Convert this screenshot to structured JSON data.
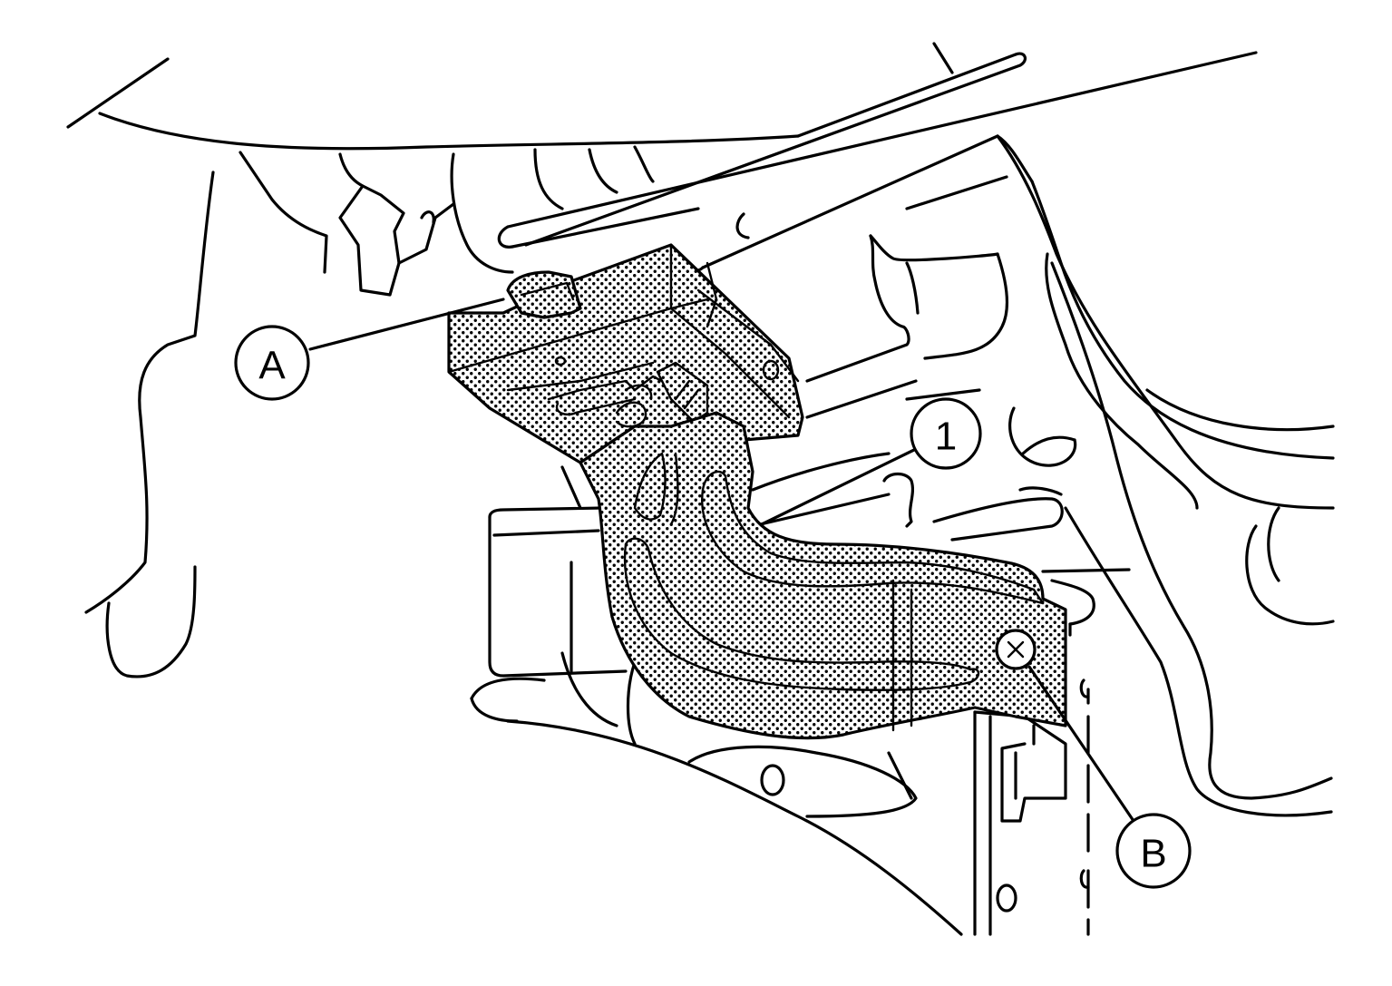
{
  "diagram": {
    "callouts": [
      {
        "id": "A",
        "label": "A"
      },
      {
        "id": "1",
        "label": "1"
      },
      {
        "id": "B",
        "label": "B"
      }
    ],
    "colors": {
      "line": "#000000",
      "background": "#ffffff",
      "shading": "dotted-black"
    }
  }
}
